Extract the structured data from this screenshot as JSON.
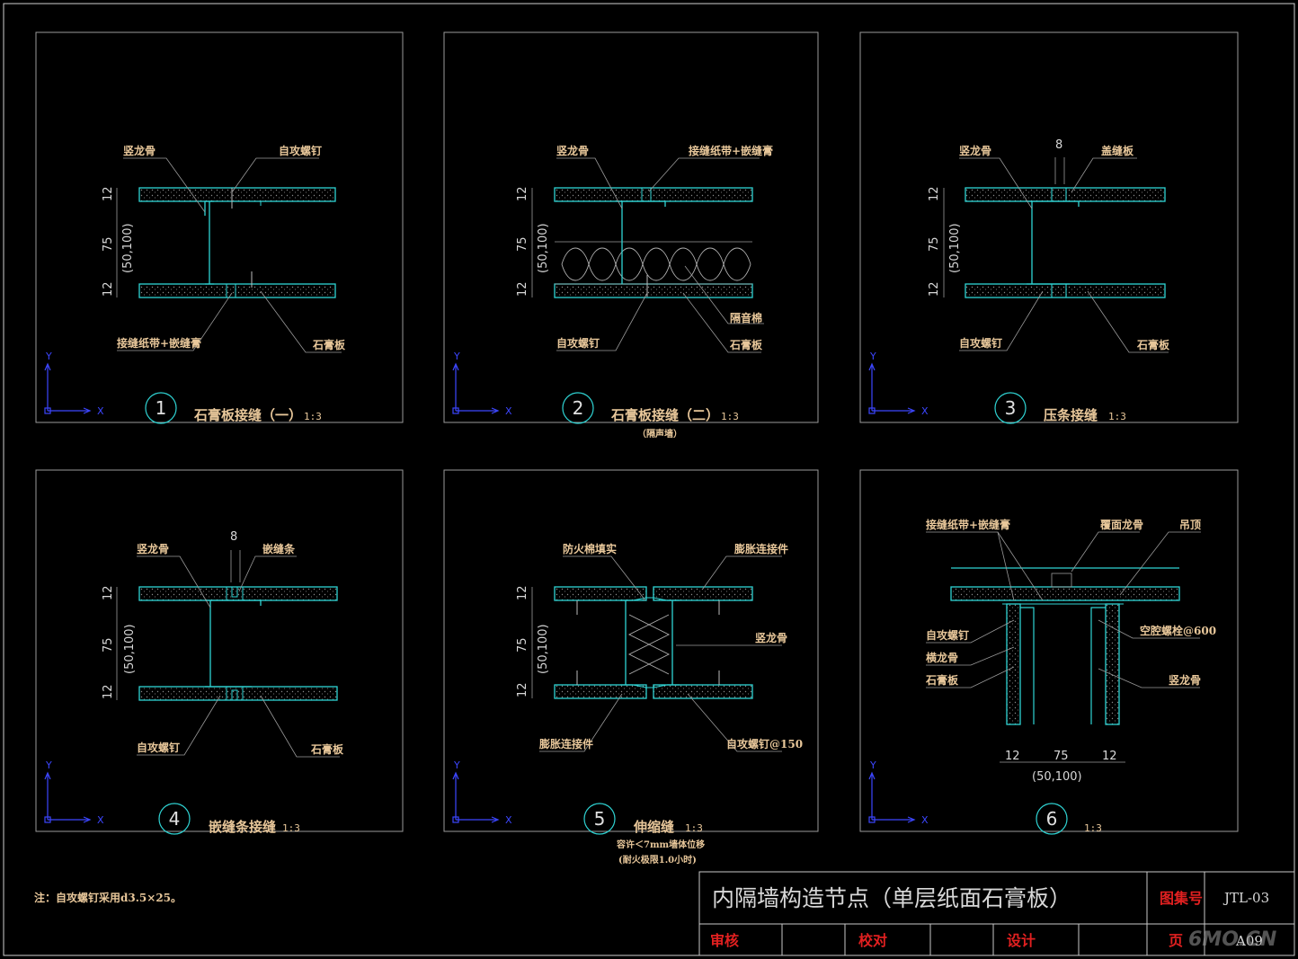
{
  "panels": [
    {
      "number": "1",
      "title": "石膏板接缝（一）",
      "scale": "1:3",
      "subtitle": "",
      "labels": [
        "竖龙骨",
        "自攻螺钉",
        "接缝纸带+嵌缝膏",
        "石膏板"
      ],
      "dims": [
        "12",
        "75",
        "(50,100)",
        "12"
      ]
    },
    {
      "number": "2",
      "title": "石膏板接缝（二）",
      "scale": "1:3",
      "subtitle": "（隔声墙）",
      "labels": [
        "竖龙骨",
        "接缝纸带+嵌缝膏",
        "隔音棉",
        "自攻螺钉",
        "石膏板"
      ],
      "dims": [
        "12",
        "75",
        "(50,100)",
        "12"
      ]
    },
    {
      "number": "3",
      "title": "压条接缝",
      "scale": "1:3",
      "subtitle": "",
      "labels": [
        "竖龙骨",
        "盖缝板",
        "自攻螺钉",
        "石膏板"
      ],
      "dims": [
        "12",
        "75",
        "(50,100)",
        "12",
        "8"
      ]
    },
    {
      "number": "4",
      "title": "嵌缝条接缝",
      "scale": "1:3",
      "subtitle": "",
      "labels": [
        "竖龙骨",
        "嵌缝条",
        "自攻螺钉",
        "石膏板"
      ],
      "dims": [
        "12",
        "75",
        "(50,100)",
        "12",
        "8"
      ]
    },
    {
      "number": "5",
      "title": "伸缩缝",
      "scale": "1:3",
      "subtitle": "容许＜7mm墙体位移",
      "subtitle2": "(耐火极限1.0小时)",
      "labels": [
        "防火棉填实",
        "膨胀连接件",
        "竖龙骨",
        "膨胀连接件",
        "自攻螺钉@150"
      ],
      "dims": [
        "12",
        "75",
        "(50,100)",
        "12"
      ]
    },
    {
      "number": "6",
      "title": "",
      "scale": "1:3",
      "subtitle": "",
      "labels": [
        "接缝纸带+嵌缝膏",
        "覆面龙骨",
        "吊顶",
        "自攻螺钉",
        "横龙骨",
        "石膏板",
        "空腔螺栓@600",
        "竖龙骨"
      ],
      "dims": [
        "12",
        "75",
        "12",
        "(50,100)"
      ]
    }
  ],
  "axis": {
    "x": "X",
    "y": "Y"
  },
  "note": "注：自攻螺钉采用d3.5×25。",
  "title_block": {
    "title": "内隔墙构造节点（单层纸面石膏板）",
    "atlas_label": "图集号",
    "atlas_code": "JTL-03",
    "review": "审核",
    "check": "校对",
    "design": "设计",
    "page_label": "页",
    "page_code": "A09"
  },
  "watermark": "6MO.CN",
  "colors": {
    "background": "#000000",
    "frame": "#d0d0d0",
    "board": "#2fd4d4",
    "text": "#e8c79a",
    "dim": "#d8d8d8",
    "axis": "#3c46ff",
    "title_red": "#e12020"
  }
}
